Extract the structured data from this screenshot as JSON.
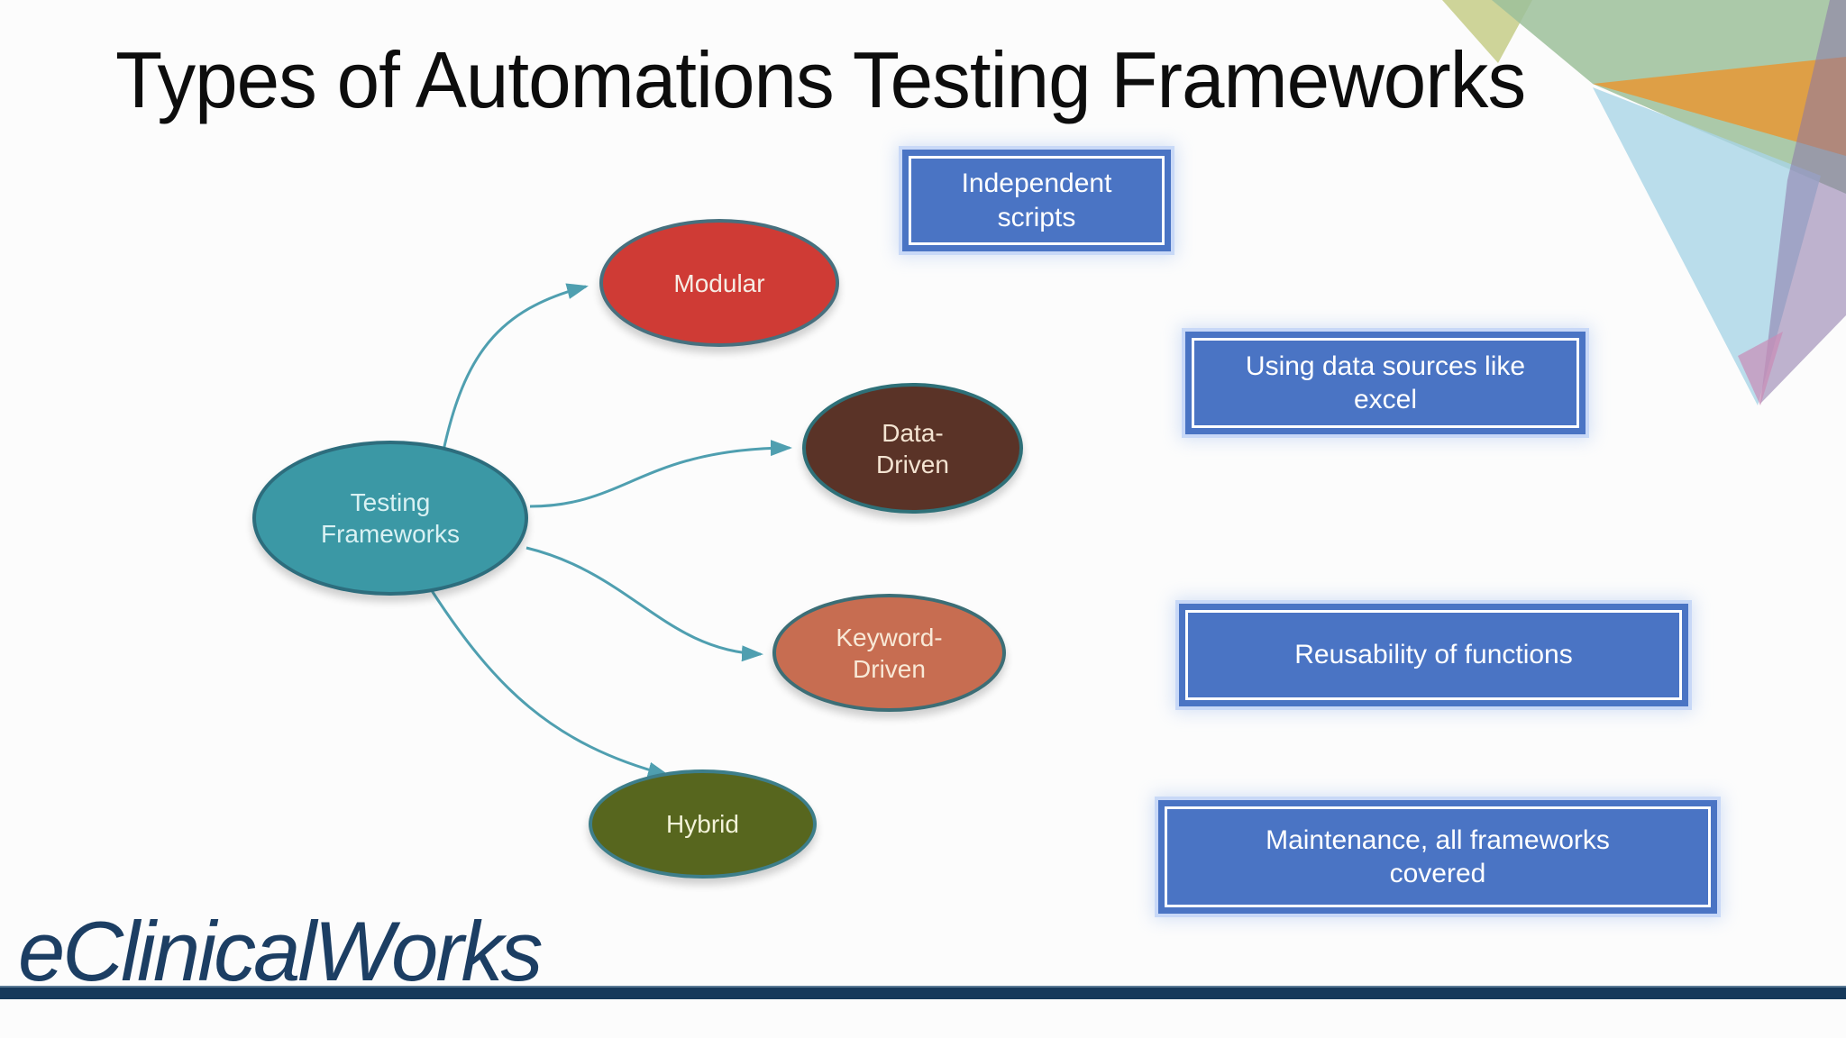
{
  "slide": {
    "title": "Types of Automations Testing Frameworks",
    "logo_text": "eClinicalWorks"
  },
  "theme": {
    "background": "#fcfcfc",
    "title_color": "#0d0d0d",
    "callout_fill": "#4a74c4",
    "callout_glow": "#bdd0f5",
    "callout_text_color": "#ffffff",
    "logo_color": "#1c3e63",
    "bottom_bar_color": "#16395b"
  },
  "diagram": {
    "connector_color": "#4f9fb0",
    "root": {
      "label": "Testing\nFrameworks",
      "fill": "#3b98a5",
      "border": "#2d6d7d",
      "text_color": "#d9f1f3"
    },
    "nodes": [
      {
        "id": "modular",
        "label": "Modular",
        "fill": "#cf3b35",
        "border": "#47707e",
        "text_color": "#f6ece4"
      },
      {
        "id": "data-driven",
        "label": "Data-\nDriven",
        "fill": "#5a3327",
        "border": "#2e7078",
        "text_color": "#f4e4d2"
      },
      {
        "id": "keyword-driven",
        "label": "Keyword-\nDriven",
        "fill": "#c76d51",
        "border": "#3c6e76",
        "text_color": "#f8e9d7"
      },
      {
        "id": "hybrid",
        "label": "Hybrid",
        "fill": "#57661e",
        "border": "#3d7e8a",
        "text_color": "#f2f2d8"
      }
    ]
  },
  "callouts": [
    {
      "for": "modular",
      "text": "Independent\nscripts"
    },
    {
      "for": "data-driven",
      "text": "Using data sources like\nexcel"
    },
    {
      "for": "keyword-driven",
      "text": "Reusability of functions"
    },
    {
      "for": "hybrid",
      "text": "Maintenance, all frameworks\ncovered"
    }
  ],
  "decoration": {
    "colors": {
      "green": "#9cc09a",
      "lime": "#c9cf8e",
      "orange": "#e39a3b",
      "blue": "#a9d4e6",
      "purple": "#8b74a8",
      "pink": "#c98bb6"
    }
  }
}
